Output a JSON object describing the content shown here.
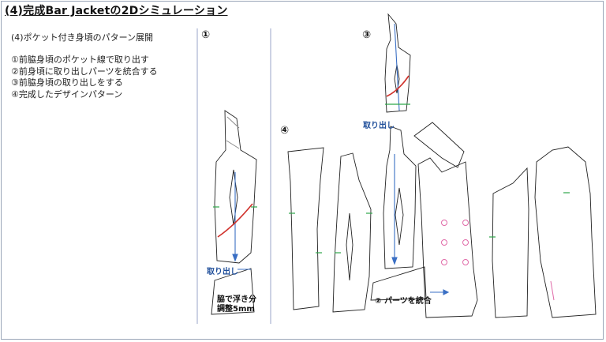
{
  "title": "(4)完成Bar Jacketの2Dシミュレーション",
  "subtitle": "(4)ポケット付き身頃のパターン展開",
  "steps": [
    "①前脇身頃のポケット線で取り出す",
    "②前身頃に取り出しパーツを統合する",
    "③前脇身頃の取り出しをする",
    "④完成したデザインパターン"
  ],
  "markers": {
    "m1": "①",
    "m3": "③",
    "m4": "④"
  },
  "labels": {
    "toridashi_1": "取り出し",
    "toridashi_3": "取り出し",
    "waki_adjust_line1": "脇で浮き分",
    "waki_adjust_line2": "調整5mm",
    "merge_parts": "② パーツを統合"
  },
  "colors": {
    "pattern_line": "#222222",
    "guide_blue": "#3a6fc4",
    "pocket_red": "#d0302a",
    "grain_green": "#2fa64a",
    "button_pink": "#e06aa8",
    "divider": "#9aa6c8"
  }
}
